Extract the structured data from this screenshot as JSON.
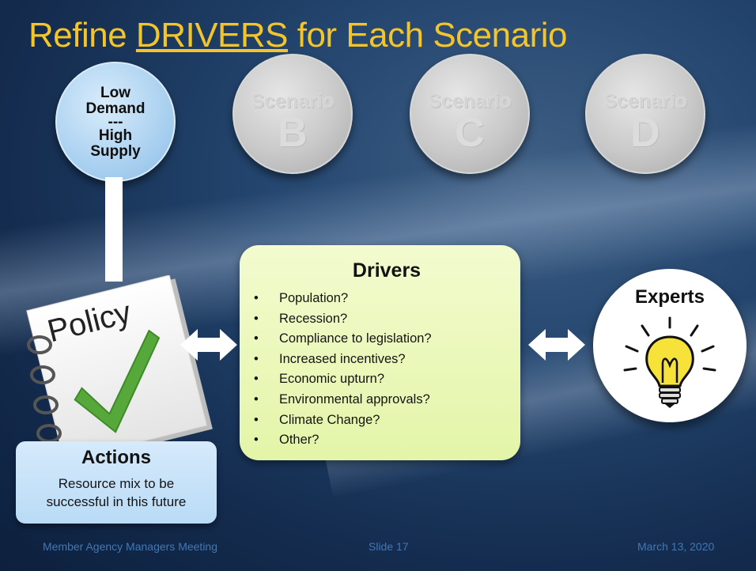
{
  "title": {
    "before": "Refine ",
    "underlined": "DRIVERS",
    "after": " for Each Scenario"
  },
  "scenario_a": {
    "line1": "Low",
    "line2": "Demand",
    "line3": "---",
    "line4": "High",
    "line5": "Supply"
  },
  "scenarios": [
    {
      "word": "Scenario",
      "letter": "B"
    },
    {
      "word": "Scenario",
      "letter": "C"
    },
    {
      "word": "Scenario",
      "letter": "D"
    }
  ],
  "policy": {
    "label": "Policy"
  },
  "actions": {
    "heading": "Actions",
    "line1": "Resource mix to be",
    "line2": "successful in this future"
  },
  "drivers": {
    "heading": "Drivers",
    "items": [
      "Population?",
      "Recession?",
      "Compliance to legislation?",
      "Increased incentives?",
      "Economic upturn?",
      "Environmental approvals?",
      "Climate Change?",
      "Other?"
    ]
  },
  "experts": {
    "heading": "Experts"
  },
  "footer": {
    "left": "Member Agency Managers Meeting",
    "center": "Slide 17",
    "right": "March 13, 2020"
  },
  "colors": {
    "title": "#f3c52a",
    "drivers_box": "#e6f6b0",
    "actions_box": "#c4e1f8",
    "footer": "#3f78b8",
    "circle_a": "#aed3f1"
  },
  "icons": [
    "double-arrow-icon",
    "lightbulb-icon",
    "checkmark-icon",
    "spiral-binding-icon"
  ]
}
